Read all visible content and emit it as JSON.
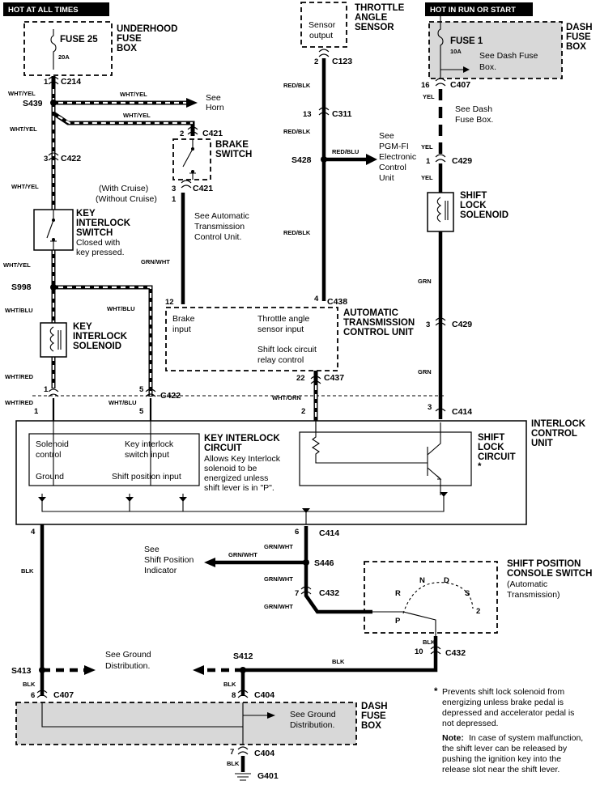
{
  "power_labels": {
    "hot_at_all_times": "HOT AT ALL TIMES",
    "hot_in_run_or_start": "HOT IN RUN OR START"
  },
  "underhood_fuse_box": {
    "title": [
      "UNDERHOOD",
      "FUSE",
      "BOX"
    ],
    "fuse": "FUSE 25",
    "rating": "20A"
  },
  "dash_fuse_box_top": {
    "title": [
      "DASH",
      "FUSE",
      "BOX"
    ],
    "fuse": "FUSE 1",
    "rating": "10A",
    "note": [
      "See Dash Fuse",
      "Box."
    ]
  },
  "throttle_sensor": {
    "title": [
      "THROTTLE",
      "ANGLE",
      "SENSOR"
    ],
    "output": [
      "Sensor",
      "output"
    ]
  },
  "connectors": {
    "c214": "C214",
    "c422": "C422",
    "c421": "C421",
    "c123": "C123",
    "c311": "C311",
    "c407": "C407",
    "c429": "C429",
    "c438": "C438",
    "c437": "C437",
    "c414": "C414",
    "c432": "C432",
    "c404": "C404"
  },
  "splices": {
    "s439": "S439",
    "s998": "S998",
    "s428": "S428",
    "s446": "S446",
    "s412": "S412",
    "s413": "S413"
  },
  "pins": {
    "p1a": "1",
    "p3a": "3",
    "p2a": "2",
    "p3b": "3",
    "p1b": "1",
    "p2b": "2",
    "p13": "13",
    "p16": "16",
    "p1c": "1",
    "p12": "12",
    "p4a": "4",
    "p3c": "3",
    "p22": "22",
    "p1d": "1",
    "p5a": "5",
    "p5b": "5",
    "p2c": "2",
    "p3d": "3",
    "p4b": "4",
    "p6a": "6",
    "p7a": "7",
    "p10": "10",
    "p6b": "6",
    "p8": "8",
    "p7b": "7"
  },
  "wire_colors": {
    "wht_yel": "WHT/YEL",
    "wht_blu": "WHT/BLU",
    "wht_red": "WHT/RED",
    "red_blk": "RED/BLK",
    "red_blu": "RED/BLU",
    "grn_wht": "GRN/WHT",
    "yel": "YEL",
    "grn": "GRN",
    "wht_orn": "WHT/ORN",
    "blk": "BLK"
  },
  "notes": {
    "see_horn": [
      "See",
      "Horn"
    ],
    "see_dash_fuse": [
      "See Dash",
      "Fuse Box."
    ],
    "see_pgm": [
      "See",
      "PGM-FI",
      "Electronic",
      "Control",
      "Unit"
    ],
    "with_cruise": "(With Cruise)",
    "without_cruise": "(Without Cruise)",
    "see_atcu": [
      "See Automatic",
      "Transmission",
      "Control Unit."
    ],
    "see_shift_indicator": [
      "See",
      "Shift Position",
      "Indicator"
    ],
    "see_ground_1": [
      "See Ground",
      "Distribution."
    ],
    "see_ground_2": [
      "See Ground",
      "Distribution."
    ]
  },
  "brake_switch": {
    "title": [
      "BRAKE",
      "SWITCH"
    ]
  },
  "key_interlock_switch": {
    "title": [
      "KEY",
      "INTERLOCK",
      "SWITCH"
    ],
    "desc": [
      "Closed with",
      "key pressed."
    ]
  },
  "key_interlock_solenoid": {
    "title": [
      "KEY",
      "INTERLOCK",
      "SOLENOID"
    ]
  },
  "shift_lock_solenoid": {
    "title": [
      "SHIFT",
      "LOCK",
      "SOLENOID"
    ]
  },
  "atcu": {
    "title": [
      "AUTOMATIC",
      "TRANSMISSION",
      "CONTROL UNIT"
    ],
    "brake_input": [
      "Brake",
      "input"
    ],
    "tas_input": [
      "Throttle angle",
      "sensor input"
    ],
    "relay": [
      "Shift lock circuit",
      "relay control"
    ]
  },
  "interlock_unit": {
    "title": [
      "INTERLOCK",
      "CONTROL",
      "UNIT"
    ],
    "solenoid_control": [
      "Solenoid",
      "control"
    ],
    "key_switch_input": [
      "Key interlock",
      "switch input"
    ],
    "ground": "Ground",
    "shift_position_input": "Shift position input",
    "kic_title": [
      "KEY INTERLOCK",
      "CIRCUIT"
    ],
    "kic_desc": [
      "Allows Key Interlock",
      "solenoid to be",
      "energized unless",
      "shift lever is in \"P\"."
    ],
    "slc_title": [
      "SHIFT",
      "LOCK",
      "CIRCUIT"
    ],
    "asterisk": "*"
  },
  "console_switch": {
    "title": [
      "SHIFT POSITION",
      "CONSOLE SWITCH"
    ],
    "sub": [
      "(Automatic",
      "Transmission)"
    ],
    "positions": [
      "P",
      "R",
      "N",
      "D",
      "S",
      "2"
    ]
  },
  "dash_fuse_box_bottom": {
    "title": [
      "DASH",
      "FUSE",
      "BOX"
    ]
  },
  "ground": {
    "label": "G401"
  },
  "footnote": {
    "star": "*",
    "lines": [
      "Prevents shift lock solenoid from",
      "energizing unless brake pedal is",
      "depressed and accelerator pedal is",
      "not  depressed."
    ],
    "note_label": "Note:",
    "note_lines": [
      "In case of system malfunction,",
      "the shift lever can be released by",
      "pushing the ignition key into the",
      "release slot near the shift lever."
    ]
  }
}
